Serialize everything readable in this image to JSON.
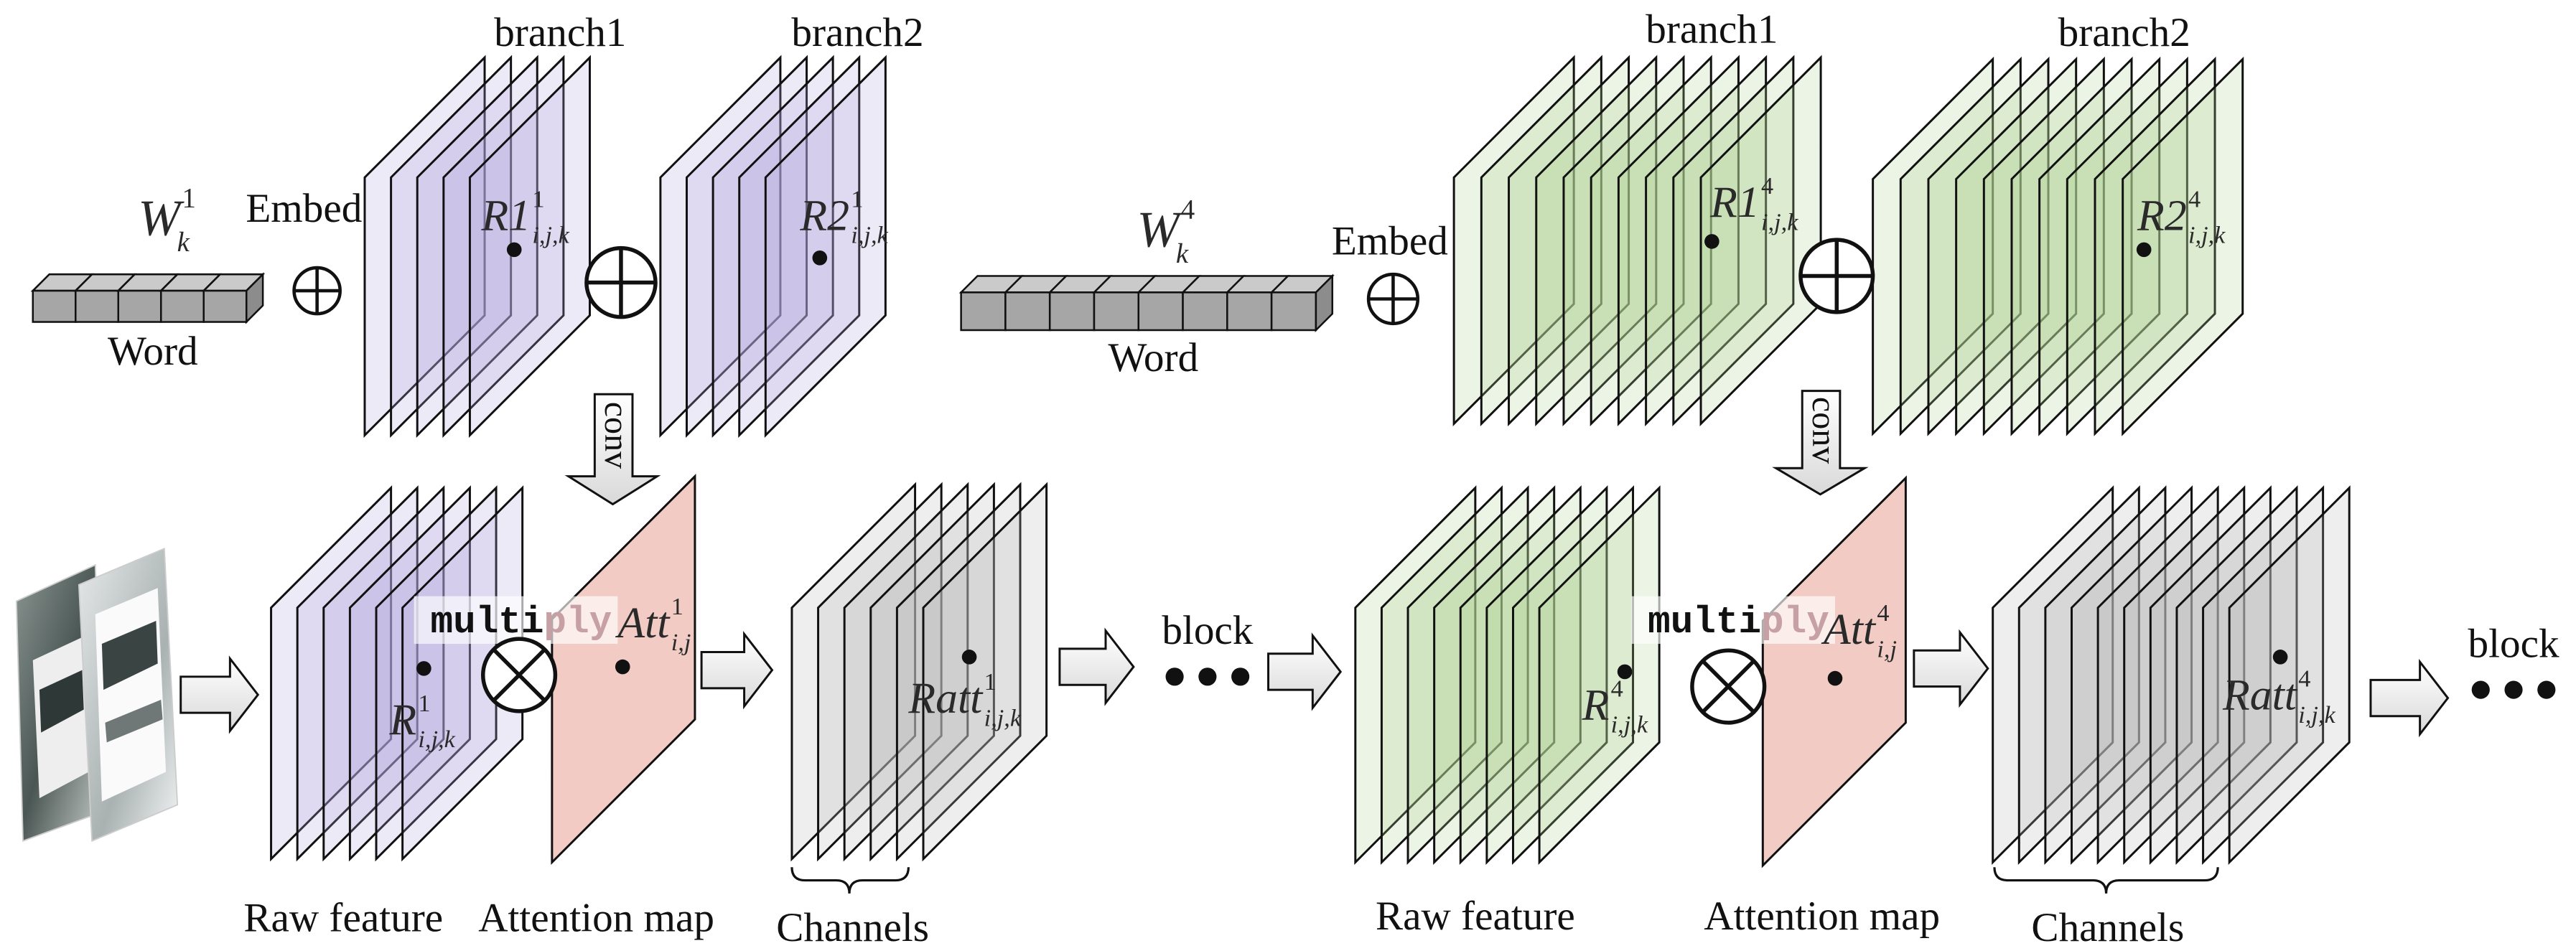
{
  "colors": {
    "lavender_sheet": "#b3a7dd",
    "green_sheet": "#afd091",
    "gray_sheet": "#b8b8b8",
    "attention_pink": "#f1cbc4",
    "word_cell": "#a6a6a6",
    "word_cell_top": "#cacaca",
    "word_cell_side": "#8c8c8c",
    "multiply_faint": "#c7a0a6"
  },
  "left": {
    "top": {
      "branch1": "branch1",
      "branch2": "branch2",
      "embed": "Embed",
      "word": "Word",
      "word_symbol": {
        "base": "W",
        "sup": "1",
        "sub": "k"
      },
      "r1": {
        "base": "R1",
        "sup": "1",
        "sub": "i,j,k"
      },
      "r2": {
        "base": "R2",
        "sup": "1",
        "sub": "i,j,k"
      },
      "conv": "conv"
    },
    "bottom": {
      "raw": {
        "base": "R",
        "sup": "1",
        "sub": "i,j,k"
      },
      "multiply": {
        "strong": "multi",
        "faint": "ply"
      },
      "att": {
        "base": "Att",
        "sup": "1",
        "sub": "i,j"
      },
      "ratt": {
        "base": "Ratt",
        "sup": "1",
        "sub": "i,j,k"
      },
      "block": "block",
      "captions": {
        "raw_feature": "Raw feature",
        "attention_map": "Attention map",
        "channels": "Channels"
      }
    }
  },
  "right": {
    "top": {
      "branch1": "branch1",
      "branch2": "branch2",
      "embed": "Embed",
      "word": "Word",
      "word_symbol": {
        "base": "W",
        "sup": "4",
        "sub": "k"
      },
      "r1": {
        "base": "R1",
        "sup": "4",
        "sub": "i,j,k"
      },
      "r2": {
        "base": "R2",
        "sup": "4",
        "sub": "i,j,k"
      },
      "conv": "conv"
    },
    "bottom": {
      "raw": {
        "base": "R",
        "sup": "4",
        "sub": "i,j,k"
      },
      "multiply": {
        "strong": "multi",
        "faint": "ply"
      },
      "att": {
        "base": "Att",
        "sup": "4",
        "sub": "i,j"
      },
      "ratt": {
        "base": "Ratt",
        "sup": "4",
        "sub": "i,j,k"
      },
      "block": "block",
      "captions": {
        "raw_feature": "Raw feature",
        "attention_map": "Attention map",
        "channels": "Channels"
      }
    }
  }
}
